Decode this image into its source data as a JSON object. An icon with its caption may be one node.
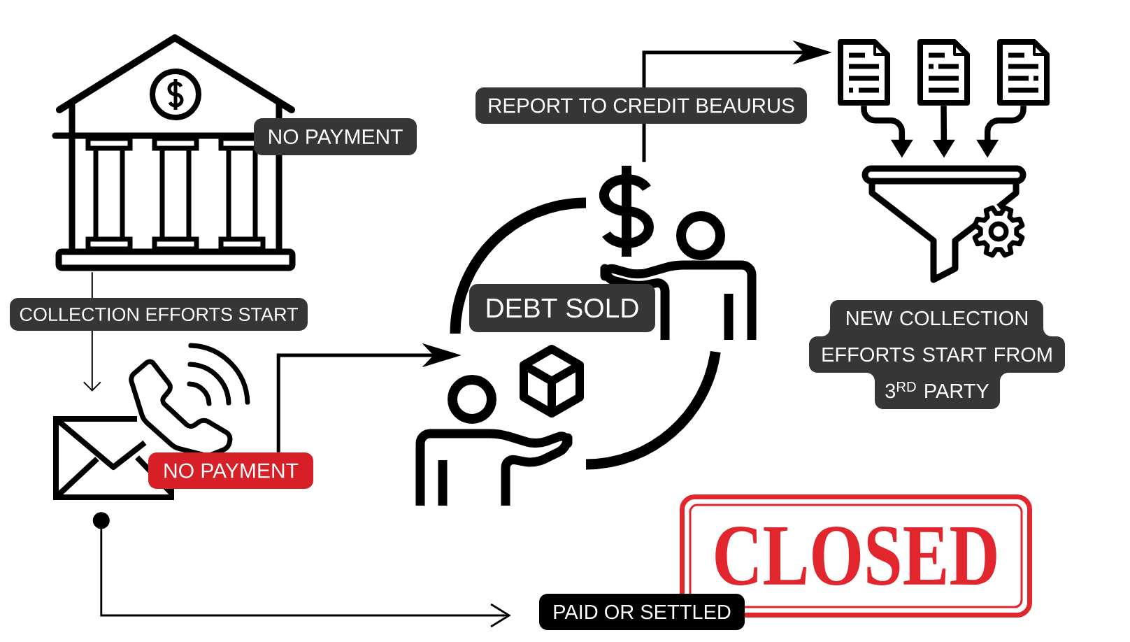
{
  "diagram": {
    "nodes": [
      {
        "text": [
          "NO PAYMENT"
        ]
      },
      {
        "text": [
          "NO PAYMENT"
        ]
      },
      {
        "text": [
          "DEBT SOLD"
        ]
      },
      {
        "text": [],
        "shape": "picture"
      },
      {
        "text": [],
        "shape": "picture"
      },
      {
        "text": [],
        "shape": "picture"
      },
      {
        "text": [
          "NEW COLLECTION EFFORTS START FROM 3$^{RD}$ PARTY"
        ]
      },
      {
        "text": [
          "CLOSED"
        ]
      },
      {
        "text": [
          "PAID OR SETTLED"
        ]
      }
    ],
    "edges": [
      {
        "from": 0,
        "to": 1,
        "arrow": "to",
        "label": "COLLECTION EFFORTS START"
      },
      {
        "from": 1,
        "to": 2,
        "arrow": "to"
      },
      {
        "from": 2,
        "to": 3,
        "arrow": "to",
        "label": "REPORT TO CREDIT BEAURUS"
      },
      {
        "from": 3,
        "to": 6,
        "arrow": "to"
      },
      {
        "from": 4,
        "to": 6,
        "arrow": "to"
      },
      {
        "from": 5,
        "to": 6,
        "arrow": "to"
      },
      {
        "from": 1,
        "to": 8,
        "arrow": "to"
      }
    ]
  }
}
